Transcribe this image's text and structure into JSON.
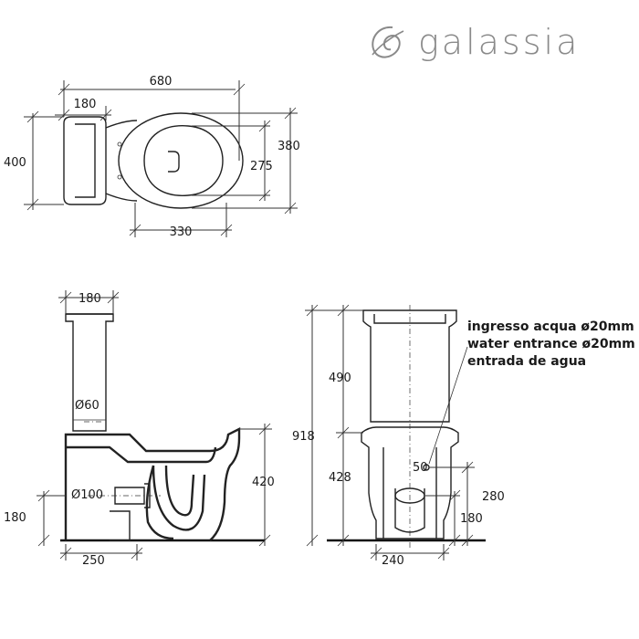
{
  "brand": {
    "name": "galassia",
    "icon": "galassia-logo-icon",
    "color": "#8a8a8a"
  },
  "top_view": {
    "overall_length": "680",
    "tank_depth": "180",
    "overall_width": "400",
    "bowl_width": "380",
    "seat_width": "275",
    "bowl_length": "330"
  },
  "side_view": {
    "tank_depth": "180",
    "flush_diameter": "Ø60",
    "outlet_diameter": "Ø100",
    "outlet_height": "180",
    "bowl_height": "420",
    "outlet_distance": "250"
  },
  "front_view": {
    "tank_height": "490",
    "total_height": "918",
    "pan_height": "428",
    "inlet_size": "50",
    "inlet_height": "280",
    "outlet_height": "180",
    "base_width": "240",
    "note_lines": [
      "ingresso acqua ø20mm",
      "water entrance ø20mm",
      "entrada de agua"
    ]
  }
}
